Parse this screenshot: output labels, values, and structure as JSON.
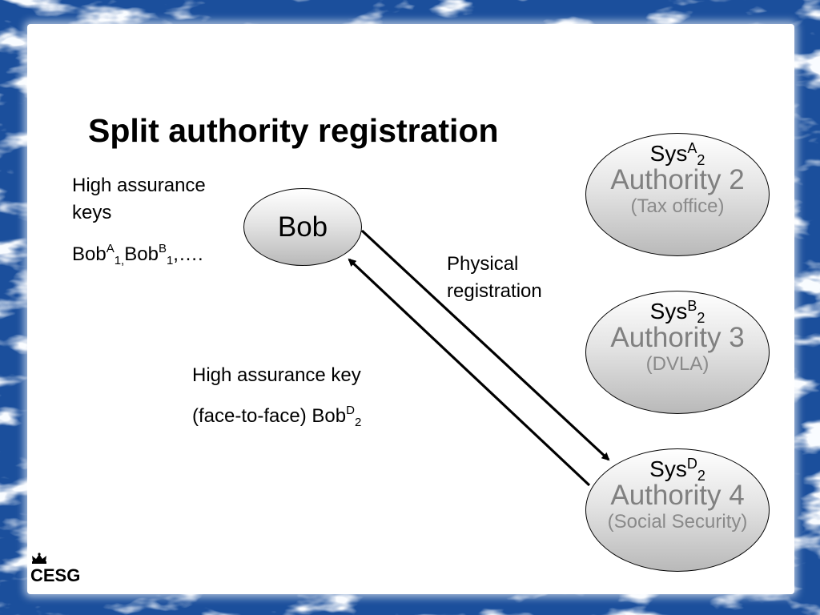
{
  "slide": {
    "title": "Split authority registration",
    "left_note": {
      "line1": "High assurance",
      "line2": "keys",
      "keys": [
        {
          "base": "Bob",
          "sup": "A",
          "sub": "1,"
        },
        {
          "base": "Bob",
          "sup": "B",
          "sub": "1"
        }
      ],
      "trail": ",…."
    },
    "physical_label": {
      "line1": "Physical",
      "line2": "registration"
    },
    "bottom_note": {
      "line1": "High assurance key",
      "line2_prefix": "(face-to-face) Bob",
      "line2_sup": "D",
      "line2_sub": "2"
    },
    "bob": "Bob",
    "authorities": [
      {
        "sys": "Sys",
        "sup": "A",
        "sub": "2",
        "name": "Authority 2",
        "desc": "(Tax office)"
      },
      {
        "sys": "Sys",
        "sup": "B",
        "sub": "2",
        "name": "Authority 3",
        "desc": "(DVLA)"
      },
      {
        "sys": "Sys",
        "sup": "D",
        "sub": "2",
        "name": "Authority 4",
        "desc": "(Social Security)"
      }
    ],
    "logo": "CESG"
  },
  "colors": {
    "frame": "#1b4f9c",
    "authority_name": "#808080",
    "node_fill_top": "#ffffff",
    "node_fill_bottom": "#b9b9b9"
  }
}
